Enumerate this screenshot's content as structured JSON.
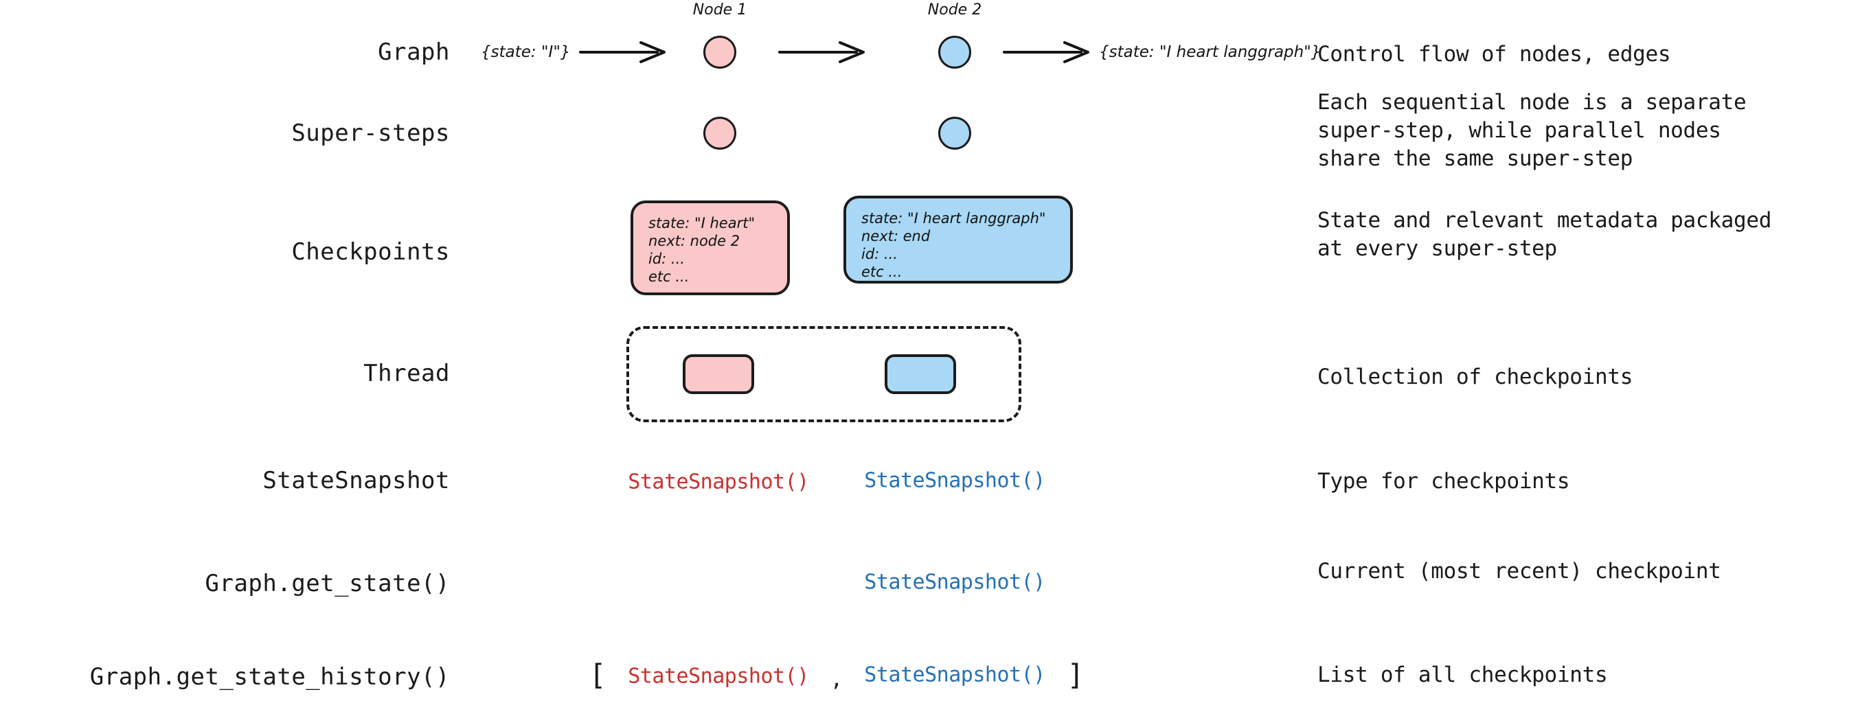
{
  "colors": {
    "pink_fill": "#fac8c8",
    "blue_fill": "#a8d8f5",
    "stroke": "#1c1c1c",
    "red_text": "#c8322f",
    "blue_text": "#2471b5",
    "body_text": "#1a1a1a"
  },
  "rows": {
    "graph": {
      "label": "Graph",
      "description": "Control flow of nodes, edges"
    },
    "super_steps": {
      "label": "Super-steps",
      "description": "Each sequential node is a separate\nsuper-step, while parallel nodes\nshare the same super-step"
    },
    "checkpoints": {
      "label": "Checkpoints",
      "description": "State and relevant metadata packaged\nat every super-step"
    },
    "thread": {
      "label": "Thread",
      "description": "Collection of checkpoints"
    },
    "state_snapshot": {
      "label": "StateSnapshot",
      "description": "Type for checkpoints"
    },
    "get_state": {
      "label": "Graph.get_state()",
      "description": "Current (most recent) checkpoint"
    },
    "get_state_history": {
      "label": "Graph.get_state_history()",
      "description": "List of all checkpoints"
    }
  },
  "graph_row": {
    "input_state": "{state: \"I\"}",
    "output_state": "{state: \"I heart langgraph\"}",
    "node1_caption": "Node 1",
    "node2_caption": "Node 2"
  },
  "checkpoint_cards": {
    "node1": {
      "lines": [
        "state: \"I heart\"",
        "next: node 2",
        "id: ...",
        "etc ..."
      ]
    },
    "node2": {
      "lines": [
        "state: \"I heart langgraph\"",
        "next: end",
        "id: ...",
        "etc ..."
      ]
    }
  },
  "snapshots": {
    "red_label": "StateSnapshot()",
    "blue_label": "StateSnapshot()",
    "bracket_open": "[",
    "bracket_close": "]",
    "separator": ","
  }
}
